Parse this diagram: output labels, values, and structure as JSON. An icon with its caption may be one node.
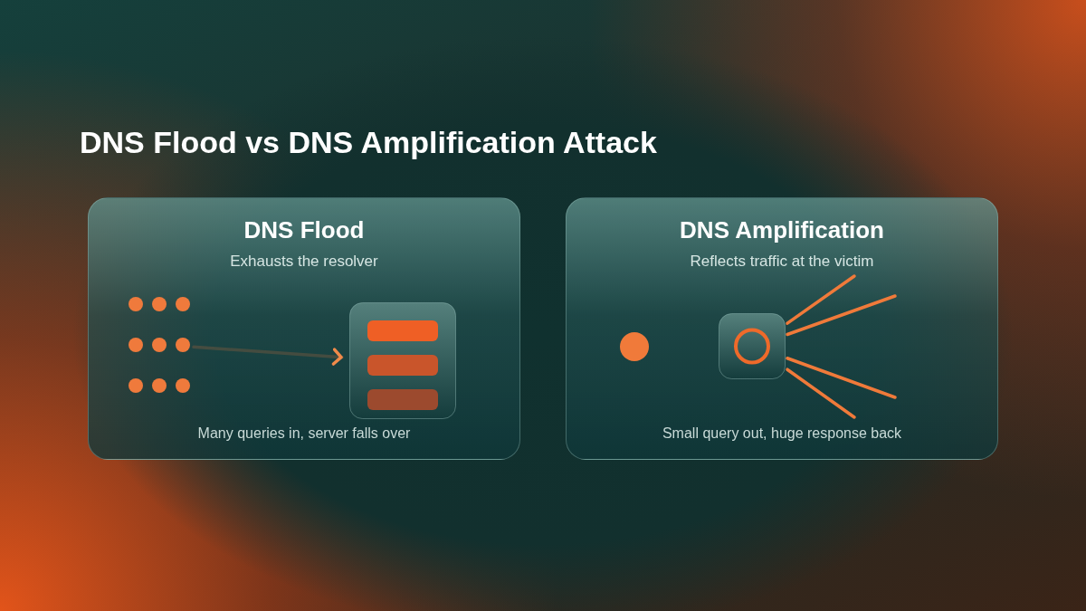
{
  "diagram": {
    "title": "DNS Flood vs DNS Amplification Attack",
    "nodes": [
      {
        "text": [
          "DNS Flood",
          "Exhausts the resolver",
          "Many queries in, server falls over"
        ]
      },
      {
        "text": [],
        "shape": "circle",
        "in": 0
      },
      {
        "text": [],
        "shape": "box",
        "in": 0
      },
      {
        "text": [
          "DNS Amplification",
          "Reflects traffic at the victim",
          "Small query out, huge response back"
        ]
      },
      {
        "text": [],
        "shape": "circle",
        "in": 3
      },
      {
        "text": [],
        "shape": "box",
        "in": 3
      }
    ],
    "edges": [
      {
        "from": 1,
        "to": 2,
        "arrow": "to"
      },
      {
        "from": 5,
        "to": null,
        "arrow": "none"
      },
      {
        "from": 5,
        "to": null,
        "arrow": "none"
      },
      {
        "from": 5,
        "to": null,
        "arrow": "none"
      },
      {
        "from": 5,
        "to": null,
        "arrow": "none"
      }
    ]
  }
}
